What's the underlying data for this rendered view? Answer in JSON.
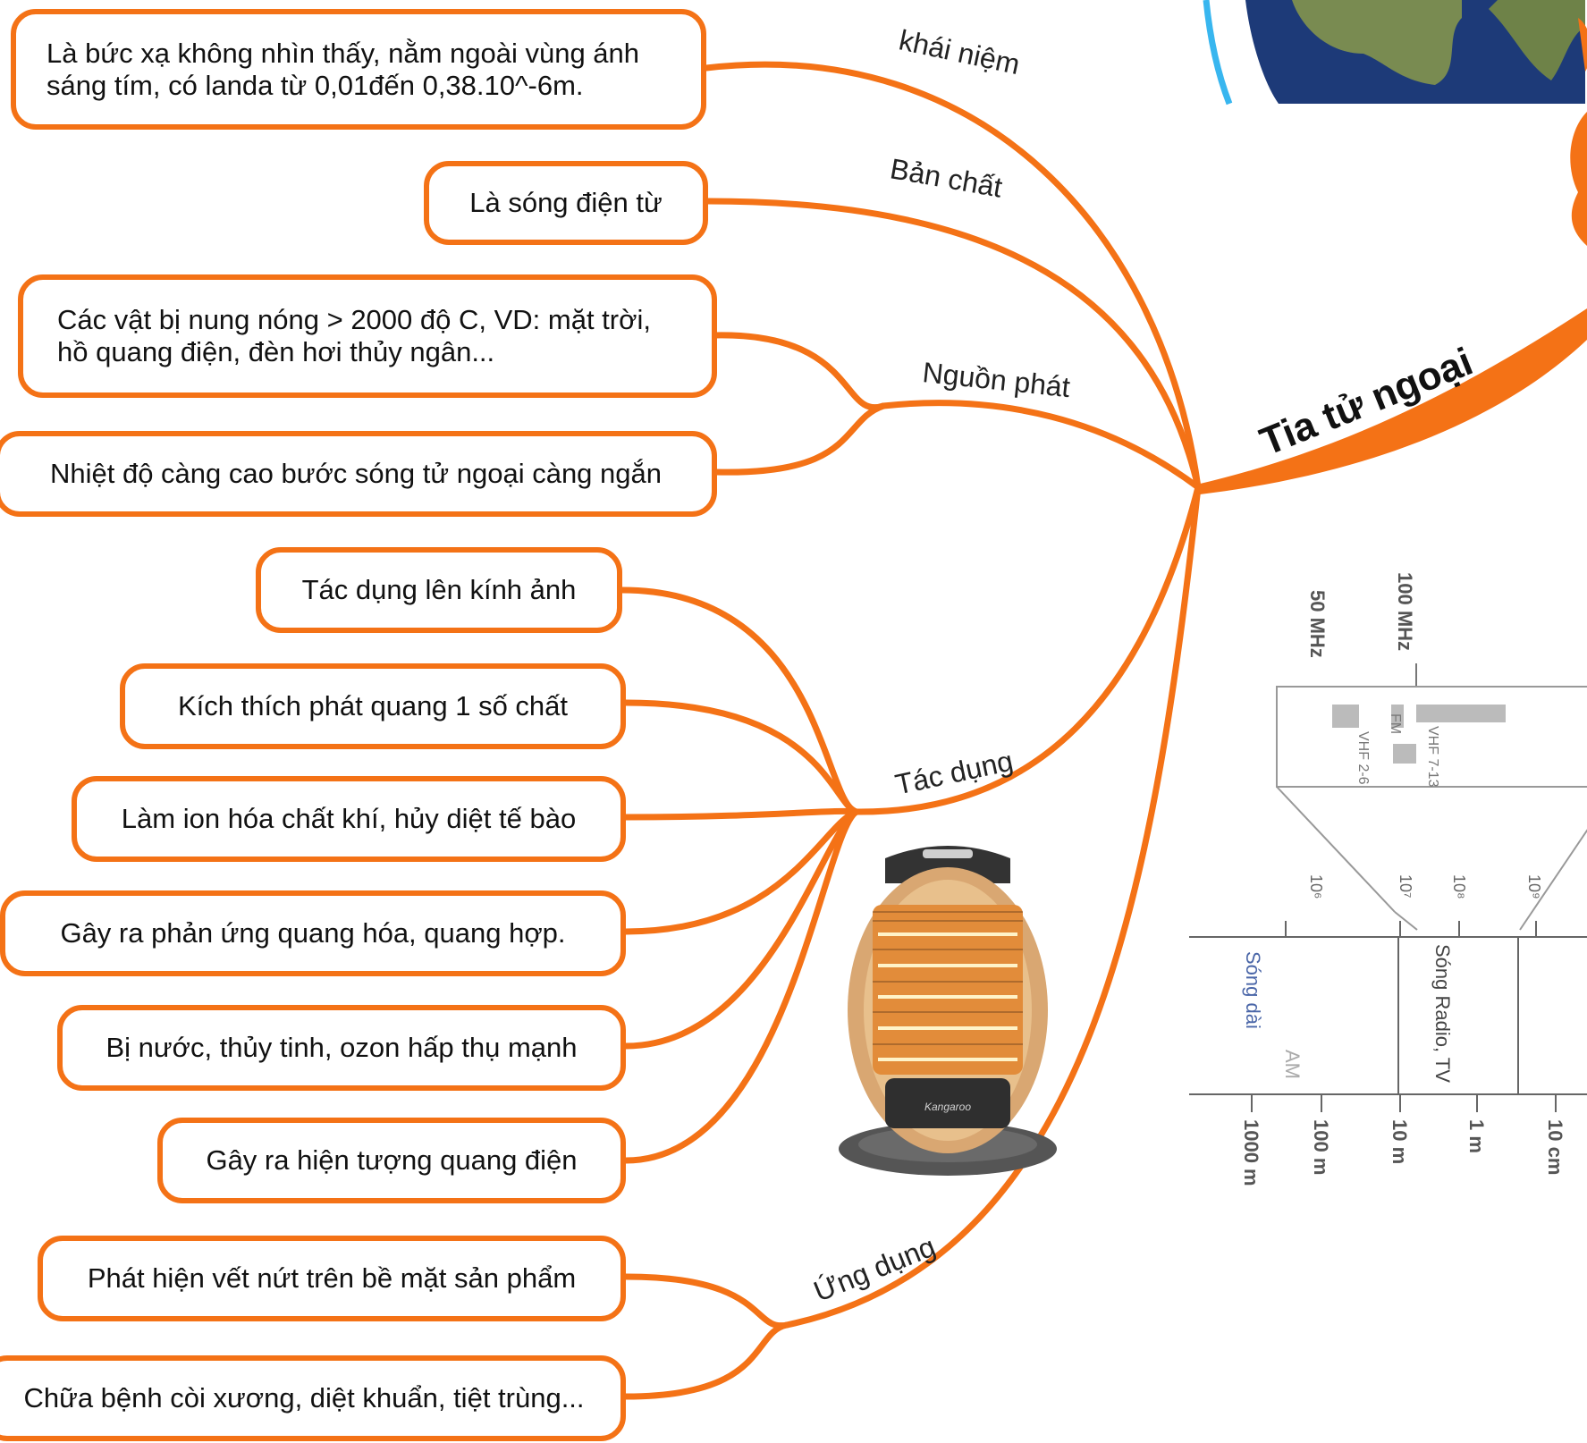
{
  "central_topic": "Tia tử ngoại",
  "branches": [
    {
      "label": "khái niệm",
      "items": [
        "Là bức xạ không nhìn thấy, nằm ngoài vùng ánh sáng tím, có landa từ 0,01đến 0,38.10^-6m."
      ]
    },
    {
      "label": "Bản chất",
      "items": [
        "Là sóng điện từ"
      ]
    },
    {
      "label": "Nguồn phát",
      "items": [
        "Các vật bị nung nóng > 2000 độ C, VD: mặt trời, hồ quang điện, đèn hơi thủy ngân...",
        "Nhiệt độ càng cao bước sóng tử ngoại càng ngắn"
      ]
    },
    {
      "label": "Tác dụng",
      "items": [
        "Tác dụng lên kính ảnh",
        "Kích thích phát quang 1 số chất",
        "Làm ion hóa chất khí, hủy diệt tế bào",
        "Gây ra phản ứng quang hóa, quang hợp.",
        "Bị nước, thủy tinh, ozon hấp thụ mạnh",
        "Gây ra hiện tượng quang điện"
      ]
    },
    {
      "label": "Ứng dụng",
      "items": [
        "Phát hiện vết nứt trên bề mặt sản phẩm",
        "Chữa bệnh còi xương, diệt khuẩn, tiệt trùng..."
      ]
    }
  ],
  "box_lines": {
    "khai_niem": [
      "Là bức xạ không nhìn thấy, nằm ngoài vùng ánh",
      "sáng tím, có landa từ 0,01đến 0,38.10^-6m."
    ],
    "nguon_phat": [
      "Các vật bị nung nóng > 2000 độ C, VD: mặt trời,",
      "hồ quang điện, đèn hơi thủy ngân..."
    ]
  },
  "spectrum_figure": {
    "frequency_labels": [
      "50 MHz",
      "100 MHz"
    ],
    "band_labels": [
      "VHF 2-6",
      "FM",
      "VHF 7-13"
    ],
    "exponent_labels": [
      "10⁶",
      "10⁷",
      "10⁸",
      "10⁹"
    ],
    "region_labels": [
      "Sóng dài",
      "AM",
      "Sóng Radio, TV"
    ],
    "wavelength_labels": [
      "1000 m",
      "100 m",
      "10 m",
      "1 m",
      "10 cm"
    ]
  },
  "heater_image": {
    "brand": "Kangaroo"
  },
  "colors": {
    "accent": "#f47216",
    "text": "#111111"
  }
}
